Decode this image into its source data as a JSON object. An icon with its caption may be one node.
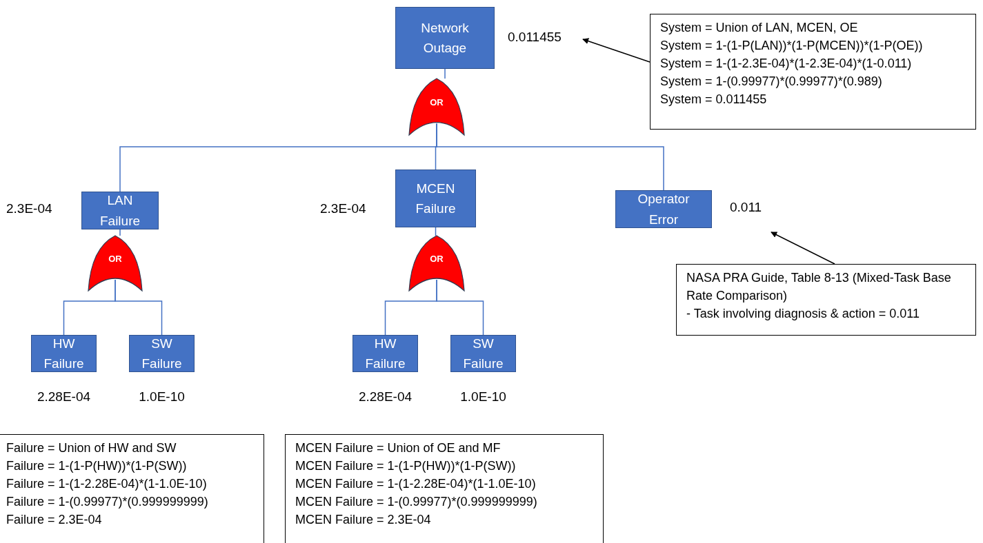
{
  "diagram": {
    "nodes": [
      {
        "text": [
          "Network Outage"
        ],
        "beside": [
          "0.011455"
        ]
      },
      {
        "text": [
          "OR"
        ]
      },
      {
        "text": [
          "LAN Failure"
        ],
        "beside": [
          "2.3E-04"
        ]
      },
      {
        "text": [
          "MCEN Failure"
        ],
        "beside": [
          "2.3E-04"
        ]
      },
      {
        "text": [
          "Operator Error"
        ],
        "beside": [
          "0.011"
        ]
      },
      {
        "text": [
          "OR"
        ]
      },
      {
        "text": [
          "OR"
        ]
      },
      {
        "text": [
          "HW Failure"
        ],
        "beside": [
          "2.28E-04"
        ]
      },
      {
        "text": [
          "SW Failure"
        ],
        "beside": [
          "1.0E-10"
        ]
      },
      {
        "text": [
          "HW Failure"
        ],
        "beside": [
          "2.28E-04"
        ]
      },
      {
        "text": [
          "SW Failure"
        ],
        "beside": [
          "1.0E-10"
        ]
      },
      {
        "text": [
          "System = Union of LAN, MCEN, OE",
          "System = 1-(1-P(LAN))*(1-P(MCEN))*(1-P(OE))",
          "System = 1-(1-2.3E-04)*(1-2.3E-04)*(1-0.011)",
          "System = 1-(0.99977)*(0.99977)*(0.989)",
          "System = 0.011455"
        ]
      },
      {
        "text": [
          "NASA PRA Guide, Table 8-13 (Mixed-Task Base Rate Comparison)",
          "- Task involving diagnosis & action = 0.011"
        ]
      },
      {
        "text": [
          "Failure = Union of HW and SW",
          "Failure = 1-(1-P(HW))*(1-P(SW))",
          "Failure = 1-(1-2.28E-04)*(1-1.0E-10)",
          "Failure = 1-(0.99977)*(0.999999999)",
          "Failure = 2.3E-04"
        ]
      },
      {
        "text": [
          "MCEN Failure = Union of OE and MF",
          "MCEN Failure = 1-(1-P(HW))*(1-P(SW))",
          "MCEN Failure = 1-(1-2.28E-04)*(1-1.0E-10)",
          "MCEN Failure = 1-(0.99977)*(0.999999999)",
          "MCEN Failure = 2.3E-04"
        ]
      }
    ],
    "edges": [
      {
        "from": 0,
        "to": 1,
        "arrow": "none"
      },
      {
        "from": 1,
        "to": 2,
        "arrow": "none"
      },
      {
        "from": 1,
        "to": 3,
        "arrow": "none"
      },
      {
        "from": 1,
        "to": 4,
        "arrow": "none"
      },
      {
        "from": 2,
        "to": 5,
        "arrow": "none"
      },
      {
        "from": 5,
        "to": 7,
        "arrow": "none"
      },
      {
        "from": 5,
        "to": 8,
        "arrow": "none"
      },
      {
        "from": 3,
        "to": 6,
        "arrow": "none"
      },
      {
        "from": 6,
        "to": 9,
        "arrow": "none"
      },
      {
        "from": 6,
        "to": 10,
        "arrow": "none"
      },
      {
        "from": 11,
        "to": 0,
        "arrow": "to",
        "color": "#000000"
      },
      {
        "from": 12,
        "to": 4,
        "arrow": "to",
        "color": "#000000"
      }
    ]
  }
}
